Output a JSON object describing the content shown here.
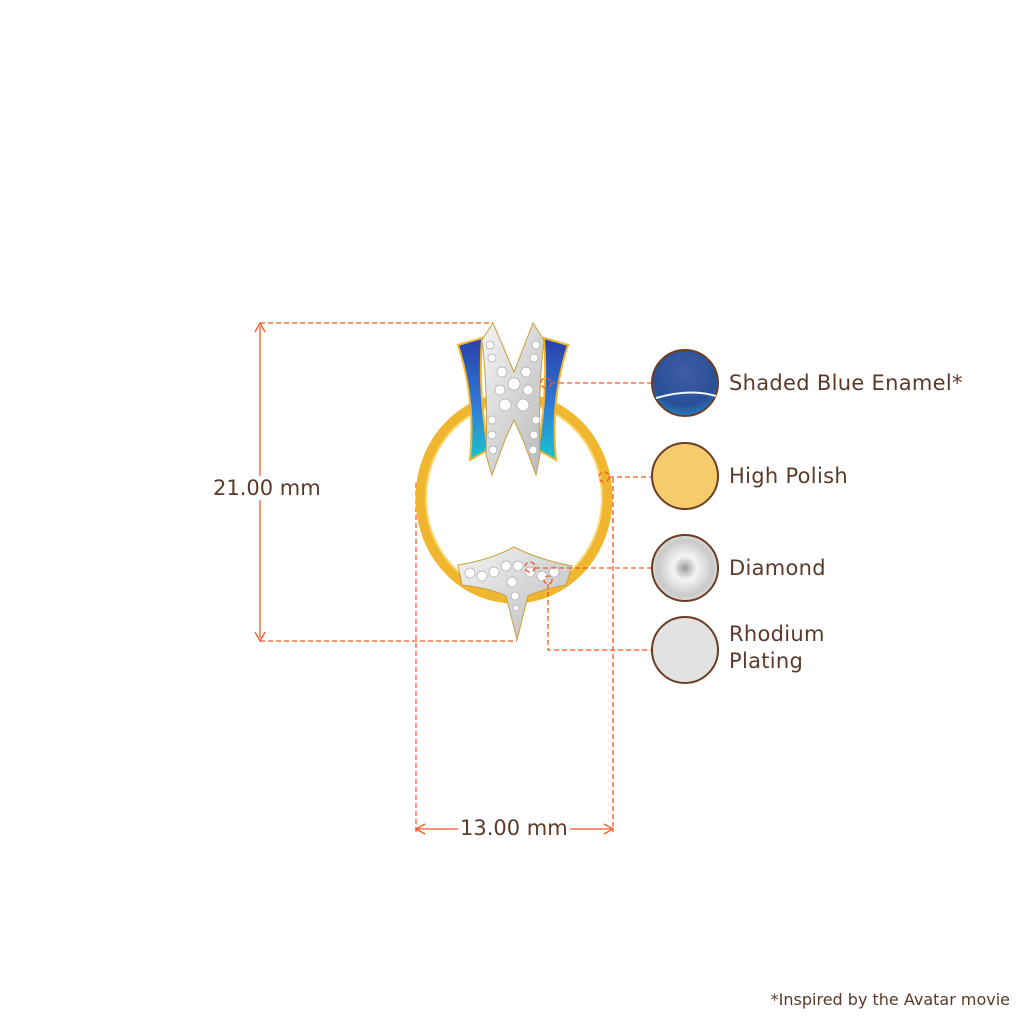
{
  "dimensions": {
    "height_label": "21.00 mm",
    "width_label": "13.00 mm"
  },
  "materials": [
    {
      "label": "Shaded Blue Enamel*",
      "swatch": "#2f5aa8"
    },
    {
      "label": "High Polish",
      "swatch": "#f6cb6c"
    },
    {
      "label": "Diamond",
      "swatch": "#d8d8d8"
    },
    {
      "label": "Rhodium Plating",
      "swatch": "#e2e2e2"
    }
  ],
  "footnote": "*Inspired by the Avatar movie",
  "colors": {
    "leader": "#f05a28",
    "text": "#5b3a29",
    "swatch_border": "#6b3d22"
  }
}
